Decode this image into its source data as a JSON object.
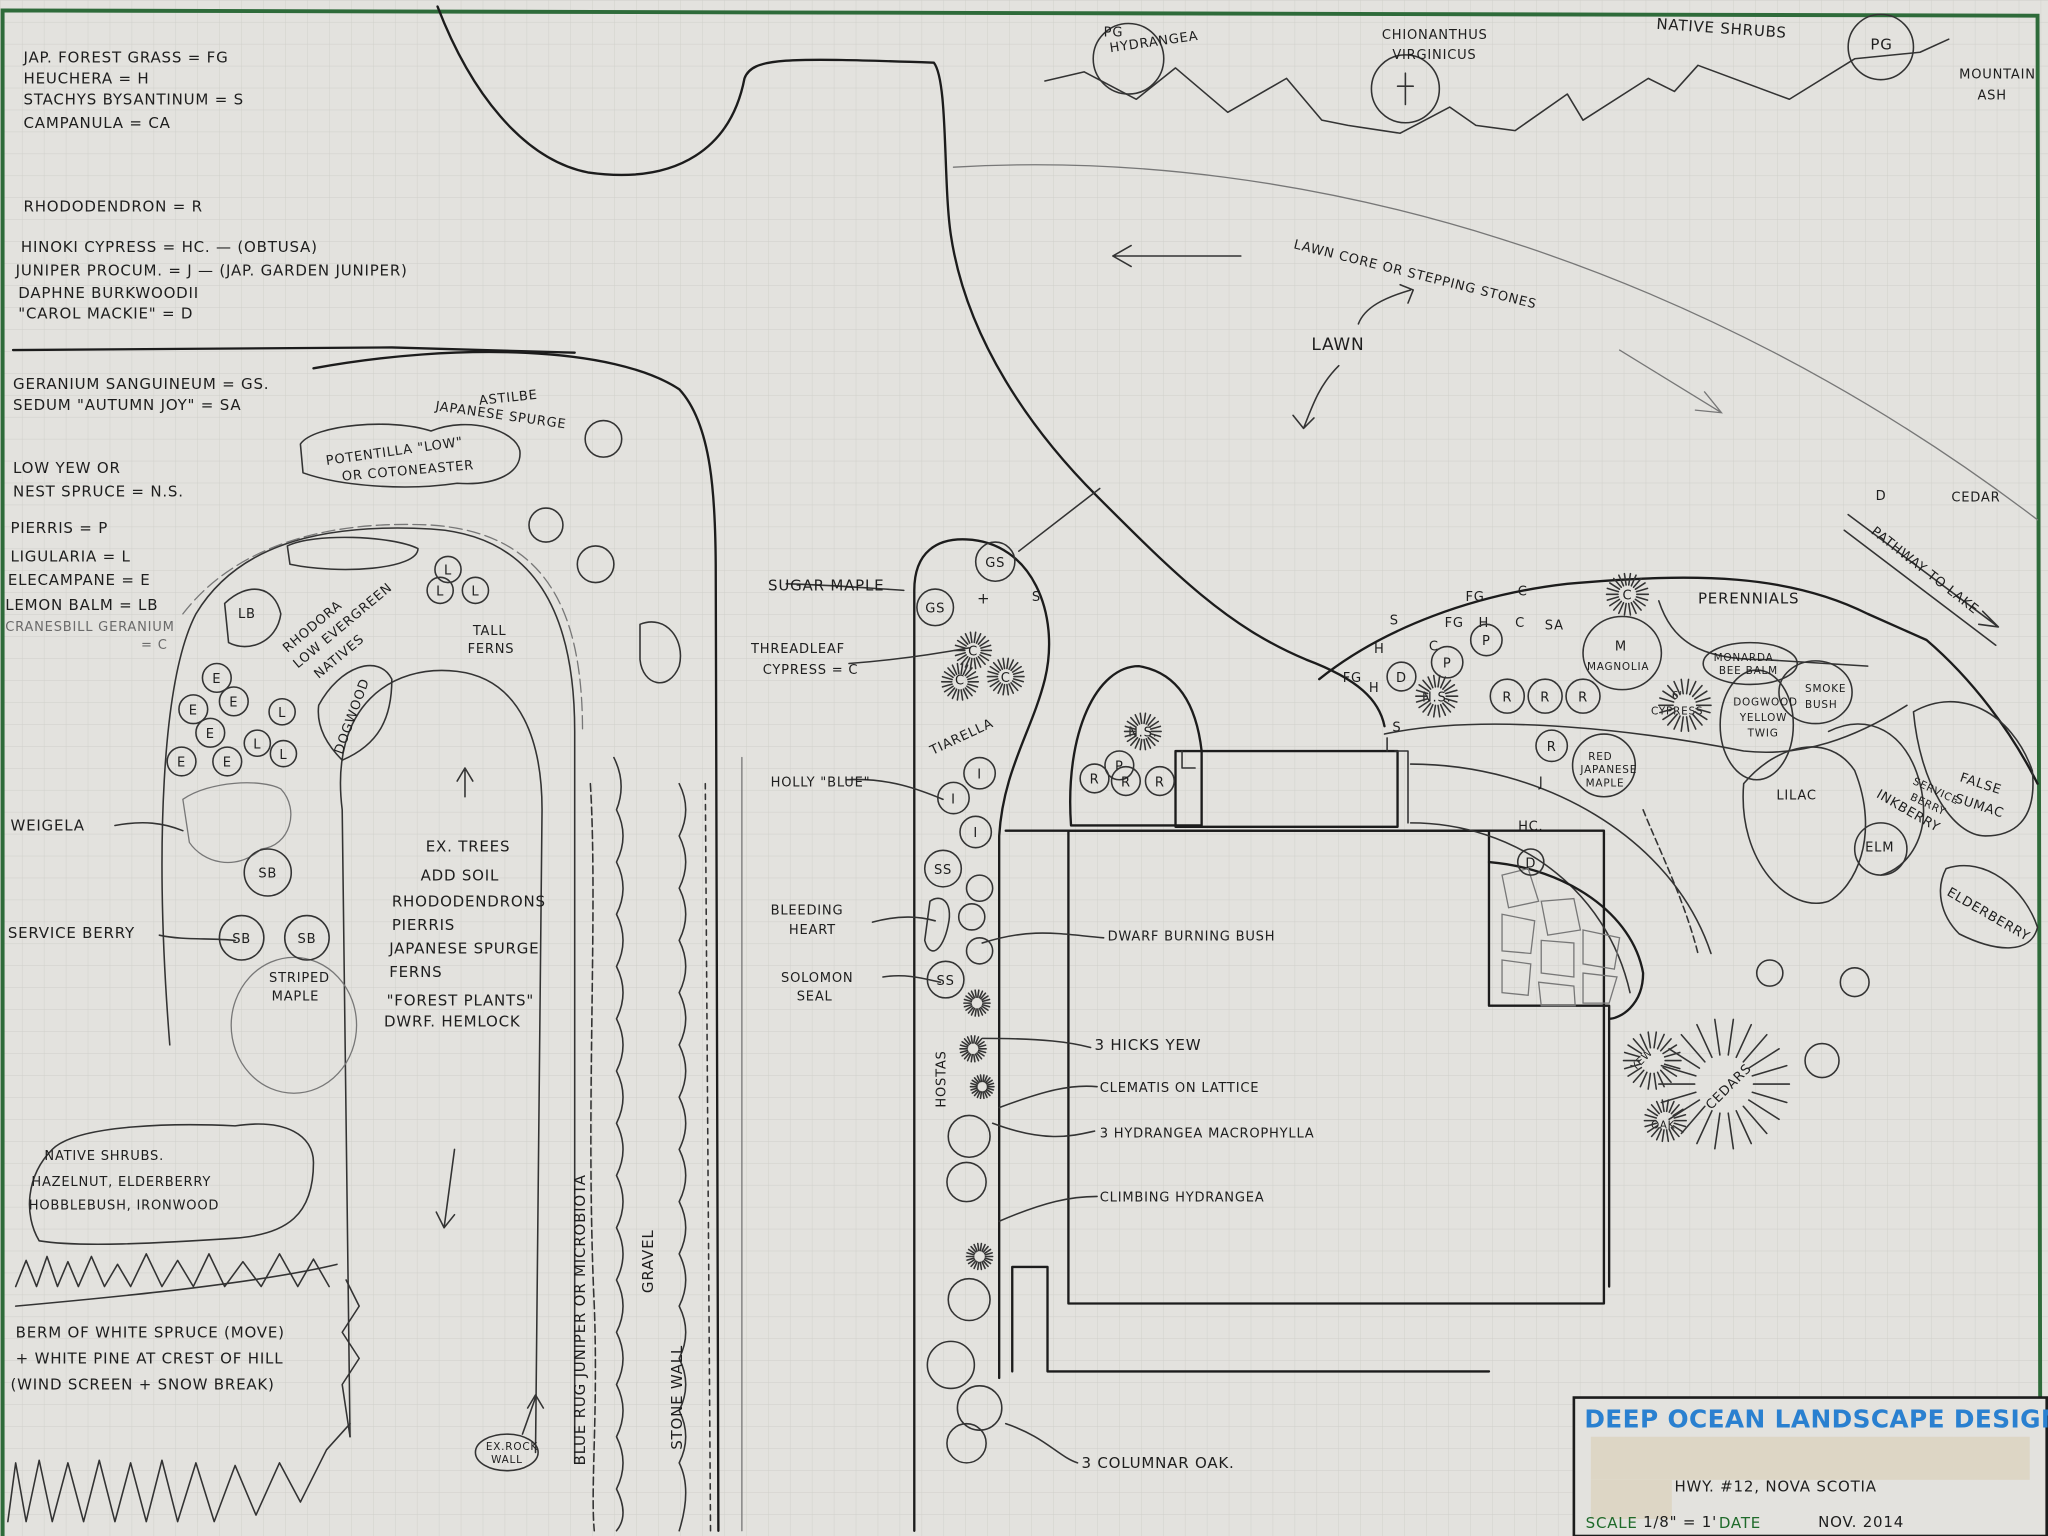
{
  "colors": {
    "paper": "#e3e2de",
    "grid": "#cfcfca",
    "ink": "#1c1c1c",
    "title_blue": "#2a80d0",
    "scale_green": "#1f6a2a",
    "tape": "#ddd6c5",
    "border_green": "#2e6b3a"
  },
  "legend": {
    "perennials": [
      "JAP. FOREST GRASS = FG",
      "HEUCHERA = H",
      "STACHYS BYSANTINUM = S",
      "CAMPANULA = CA"
    ],
    "rhododendron": "RHODODENDRON = R",
    "conifers": [
      "HINOKI CYPRESS = HC. — (OBTUSA)",
      "JUNIPER PROCUM. = J — (JAP. GARDEN JUNIPER)",
      "DAPHNE BURKWOODII",
      "\"CAROL MACKIE\" = D"
    ],
    "groundcovers": [
      "GERANIUM SANGUINEUM = GS.",
      "SEDUM \"AUTUMN JOY\" = SA"
    ],
    "shrubs": [
      "LOW YEW OR",
      "NEST SPRUCE = N.S.",
      "PIERRIS = P",
      "LIGULARIA = L",
      "ELECAMPANE = E",
      "LEMON BALM = LB",
      "CRANESBILL GERANIUM",
      "= C"
    ]
  },
  "left_garden": {
    "japanese_spurge": "JAPANESE SPURGE",
    "astilbe": "ASTILBE",
    "potentilla": [
      "POTENTILLA \"LOW\"",
      "OR COTONEASTER"
    ],
    "rhodora": [
      "RHODORA",
      "LOW EVERGREEN",
      "NATIVES"
    ],
    "dogwood": "DOGWOOD",
    "tall_ferns": [
      "TALL",
      "FERNS"
    ],
    "weigela": "WEIGELA",
    "service_berry": "SERVICE BERRY",
    "striped_maple": [
      "STRIPED",
      "MAPLE"
    ],
    "center_notes": [
      "EX. TREES",
      "ADD SOIL",
      "RHODODENDRONS",
      "PIERRIS",
      "JAPANESE SPURGE",
      "FERNS",
      "\"FOREST PLANTS\"",
      "DWRF. HEMLOCK"
    ],
    "native_shrubs": [
      "NATIVE SHRUBS.",
      "HAZELNUT, ELDERBERRY",
      "HOBBLEBUSH, IRONWOOD"
    ],
    "berm": [
      "BERM OF WHITE SPRUCE (MOVE)",
      "+ WHITE PINE AT CREST OF HILL",
      "(WIND SCREEN + SNOW BREAK)"
    ],
    "blue_rug": "BLUE RUG JUNIPER OR MICROBIOTA",
    "gravel": "GRAVEL",
    "stone_wall": "STONE WALL",
    "rock_wall": [
      "EX.ROCK",
      "WALL"
    ]
  },
  "center_bed": {
    "sugar_maple": "SUGAR MAPLE",
    "threadleaf": [
      "THREADLEAF",
      "CYPRESS = C"
    ],
    "tiarella": "TIARELLA",
    "holly": "HOLLY \"BLUE\"",
    "bleeding_heart": [
      "BLEEDING",
      "HEART"
    ],
    "solomon_seal": [
      "SOLOMON",
      "SEAL"
    ],
    "hostas": "HOSTAS",
    "callouts": [
      "DWARF BURNING BUSH",
      "3 HICKS YEW",
      "CLEMATIS ON LATTICE",
      "3 HYDRANGEA MACROPHYLLA",
      "CLIMBING HYDRANGEA",
      "3 COLUMNAR OAK."
    ]
  },
  "top_border": {
    "pg_hydrangea": [
      "PG",
      "HYDRANGEA"
    ],
    "chionanthus": [
      "CHIONANTHUS",
      "VIRGINICUS"
    ],
    "native_shrubs": "NATIVE SHRUBS",
    "pg": "PG",
    "mountain_ash": [
      "MOUNTAIN",
      "ASH"
    ],
    "lawn_core": "LAWN CORE OR STEPPING STONES",
    "lawn": "LAWN",
    "cedar": "CEDAR",
    "cedar_mark": "D",
    "pathway": "PATHWAY TO LAKE"
  },
  "right_garden": {
    "perennials": "PERENNIALS",
    "magnolia": "MAGNOLIA",
    "monarda": [
      "MONARDA",
      "BEE BALM"
    ],
    "dogwood": [
      "DOGWOOD",
      "YELLOW",
      "TWIG"
    ],
    "smoke_bush": [
      "SMOKE",
      "BUSH"
    ],
    "cypress": [
      "6'",
      "CYPRESS"
    ],
    "red_maple": [
      "RED",
      "JAPANESE",
      "MAPLE"
    ],
    "lilac": "LILAC",
    "inkberry": "INKBERRY",
    "service_berry": [
      "SERVICE",
      "BERRY"
    ],
    "false_sumac": [
      "FALSE",
      "SUMAC"
    ],
    "elm": "ELM",
    "elderberry": "ELDERBERRY",
    "cedars": "CEDARS",
    "yew": "YEW",
    "oak": "OAK",
    "perennial_codes": [
      "FG",
      "FG",
      "FG",
      "H",
      "H",
      "H",
      "C",
      "C",
      "C",
      "S",
      "S",
      "S"
    ]
  },
  "plant_symbols": [
    "E",
    "E",
    "E",
    "E",
    "E",
    "E",
    "L",
    "L",
    "L",
    "L",
    "L",
    "L",
    "LB",
    "SB",
    "SB",
    "SB",
    "GS",
    "GS",
    "C",
    "C",
    "C",
    "I",
    "I",
    "I",
    "SS",
    "SS",
    "P",
    "R",
    "R",
    "R",
    "N.S.",
    "D",
    "P",
    "P",
    "R",
    "R",
    "R",
    "R",
    "N.S.",
    "M",
    "C",
    "SA",
    "J",
    "HC.",
    "D"
  ],
  "title_block": {
    "company": "DEEP OCEAN LANDSCAPE DESIGN",
    "location": "HWY. #12, NOVA SCOTIA",
    "scale_label": "SCALE",
    "scale_value": "1/8\" = 1'",
    "date_label": "DATE",
    "date_value": "NOV. 2014"
  }
}
